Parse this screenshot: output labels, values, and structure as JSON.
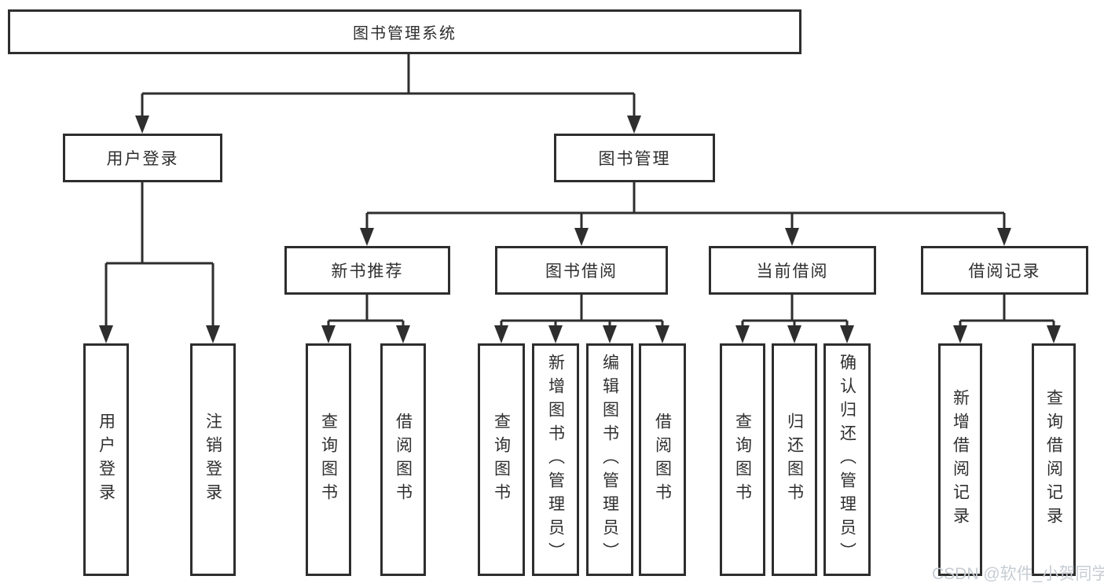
{
  "colors": {
    "line": "#2e2e2e",
    "text": "#2f2f2f",
    "watermark": "#c7cdd4",
    "background": "#ffffff"
  },
  "watermark": {
    "text": "CSDN @软件_小贺同学"
  },
  "tree": {
    "root": {
      "label": "图书管理系统"
    },
    "branches": [
      {
        "label": "用户登录",
        "leaves": [
          {
            "label": "用户登录"
          },
          {
            "label": "注销登录"
          }
        ]
      },
      {
        "label": "图书管理",
        "groups": [
          {
            "label": "新书推荐",
            "leaves": [
              {
                "label": "查询图书"
              },
              {
                "label": "借阅图书"
              }
            ]
          },
          {
            "label": "图书借阅",
            "leaves": [
              {
                "label": "查询图书"
              },
              {
                "label": "新增图书（管理员）"
              },
              {
                "label": "编辑图书（管理员）"
              },
              {
                "label": "借阅图书"
              }
            ]
          },
          {
            "label": "当前借阅",
            "leaves": [
              {
                "label": "查询图书"
              },
              {
                "label": "归还图书"
              },
              {
                "label": "确认归还（管理员）"
              }
            ]
          },
          {
            "label": "借阅记录",
            "leaves": [
              {
                "label": "新增借阅记录"
              },
              {
                "label": "查询借阅记录"
              }
            ]
          }
        ]
      }
    ]
  }
}
